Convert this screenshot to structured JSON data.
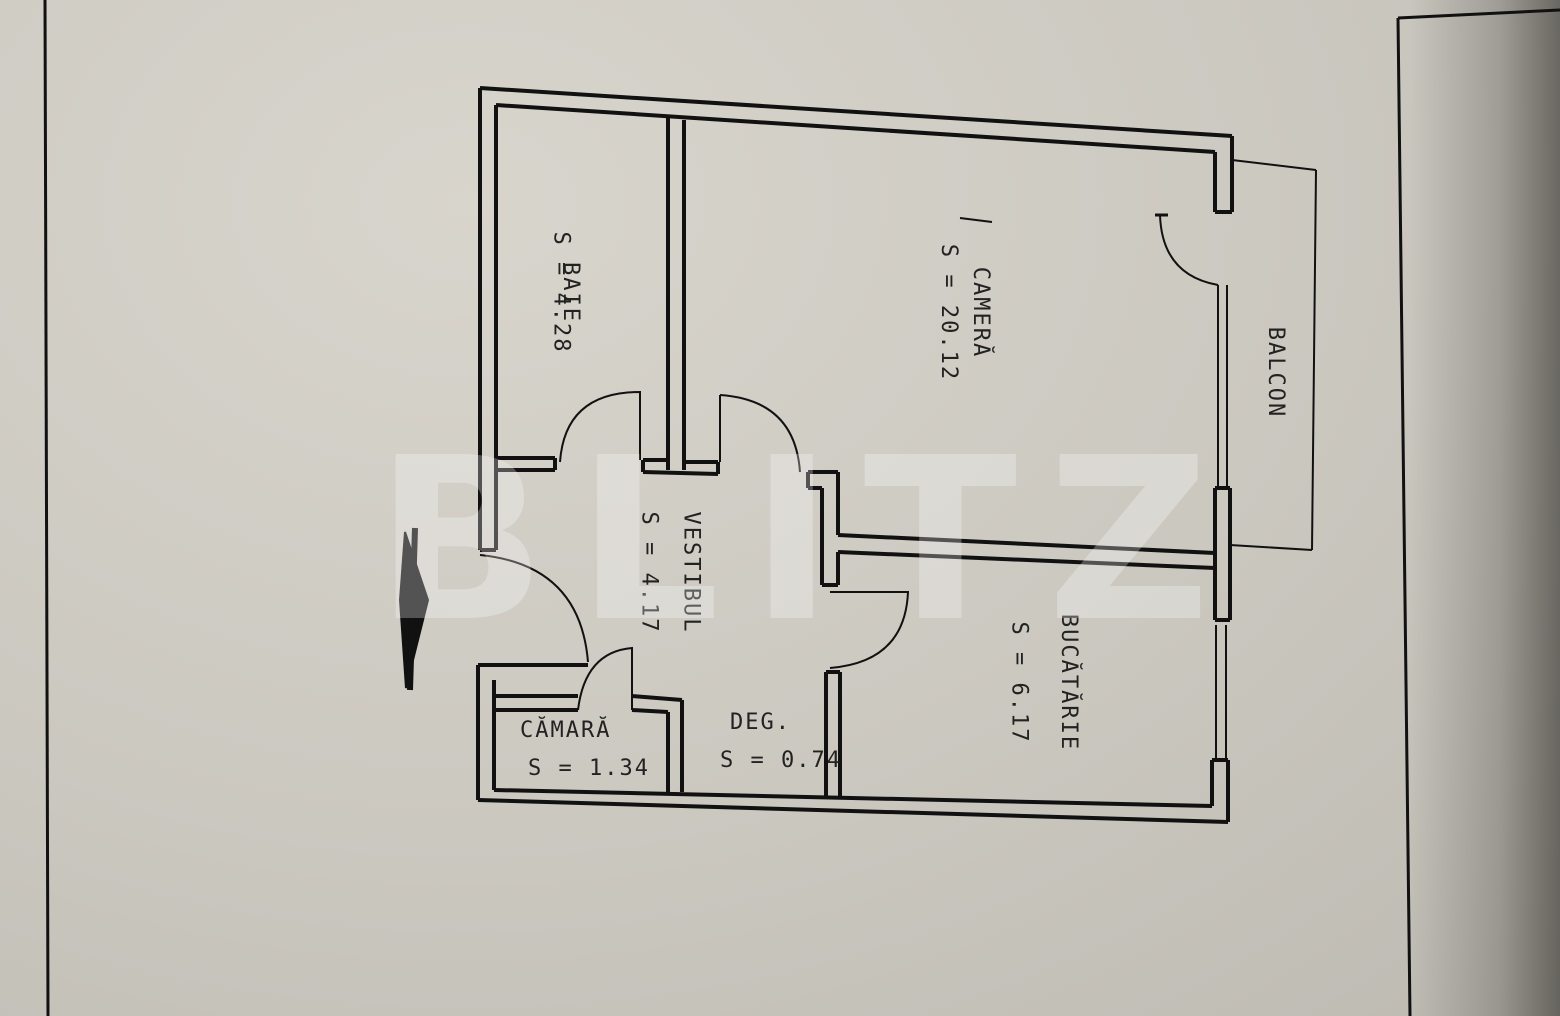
{
  "watermark": "BLITZ",
  "rooms": {
    "baie": {
      "name": "BAIE",
      "area": "S = 4.28"
    },
    "camera": {
      "name": "CAMERĂ",
      "area": "S = 20.12"
    },
    "balcon": {
      "name": "BALCON"
    },
    "vestibul": {
      "name": "VESTIBUL",
      "area": "S = 4.17"
    },
    "bucatarie": {
      "name": "BUCĂTĂRIE",
      "area": "S = 6.17"
    },
    "camara": {
      "name": "CĂMARĂ",
      "area": "S = 1.34"
    },
    "deg": {
      "name": "DEG.",
      "area": "S = 0.74"
    }
  },
  "colors": {
    "paper": "#c9c6bd",
    "ink": "#111111"
  }
}
